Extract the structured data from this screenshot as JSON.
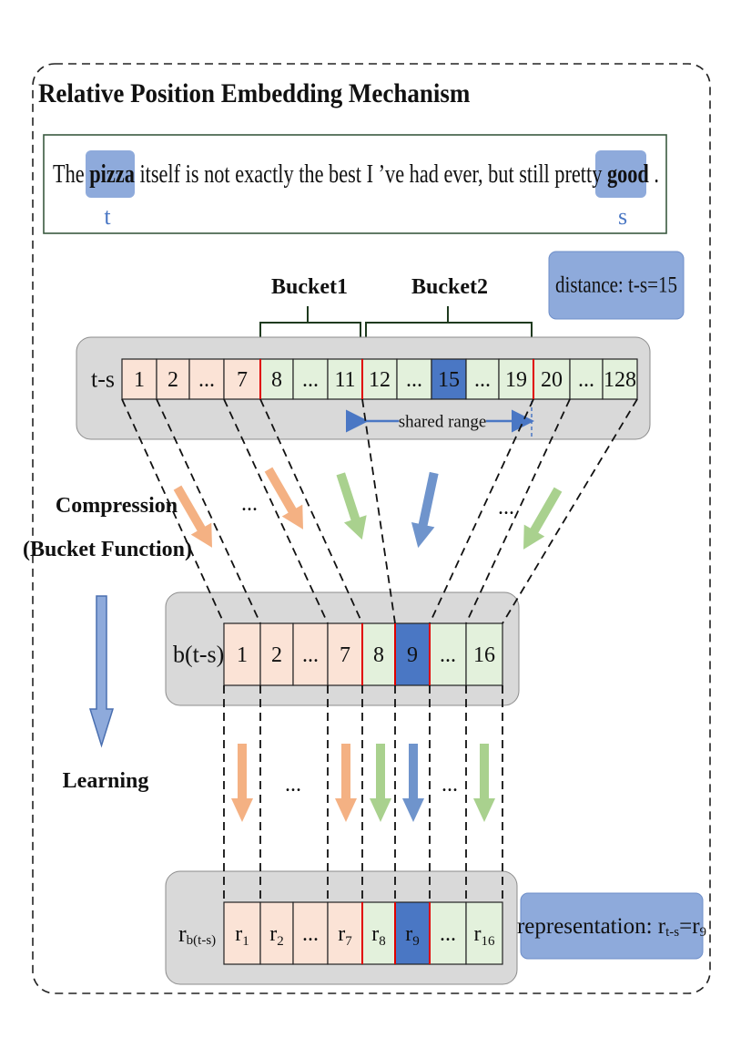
{
  "title": "Relative Position Embedding Mechanism",
  "sentence": {
    "before": "The ",
    "word_t": "pizza",
    "middle": " itself is not exactly the best I ’ve had ever, but still pretty ",
    "word_s": "good",
    "after": " .",
    "marker_t": "t",
    "marker_s": "s"
  },
  "distance_box": "distance: t-s=15",
  "buckets": {
    "bucket1": "Bucket1",
    "bucket2": "Bucket2"
  },
  "shared_range": "shared range",
  "row_ts": {
    "label": "t-s",
    "cells": [
      "1",
      "2",
      "...",
      "7",
      "8",
      "...",
      "11",
      "12",
      "...",
      "15",
      "...",
      "19",
      "20",
      "...",
      "128"
    ]
  },
  "row_b": {
    "label": "b(t-s)",
    "cells": [
      "1",
      "2",
      "...",
      "7",
      "8",
      "9",
      "...",
      "16"
    ]
  },
  "row_r": {
    "label_base": "r",
    "label_sub": "b(t-s)",
    "cells": [
      {
        "base": "r",
        "sub": "1"
      },
      {
        "base": "r",
        "sub": "2"
      },
      {
        "base": "...",
        "sub": ""
      },
      {
        "base": "r",
        "sub": "7"
      },
      {
        "base": "r",
        "sub": "8"
      },
      {
        "base": "r",
        "sub": "9"
      },
      {
        "base": "...",
        "sub": ""
      },
      {
        "base": "r",
        "sub": "16"
      }
    ]
  },
  "representation": {
    "prefix": "representation: r",
    "sub1": "t-s",
    "mid": "=r",
    "sub2": "9"
  },
  "side_labels": {
    "compression_line1": "Compression",
    "compression_line2": "(Bucket Function)",
    "learning": "Learning"
  },
  "ellipsis": "...",
  "colors": {
    "orange_fill": "#fbe3d6",
    "green_fill": "#e3f1dc",
    "blue_fill": "#4a77c4",
    "highlight_word": "#8eaadb",
    "box_blue": "#8eaadb",
    "panel_gray": "#d9d9d9",
    "orange_arrow": "#f4b183",
    "green_arrow": "#a9d18e",
    "blue_arrow": "#6f94cc",
    "red_divider": "#e00000"
  }
}
